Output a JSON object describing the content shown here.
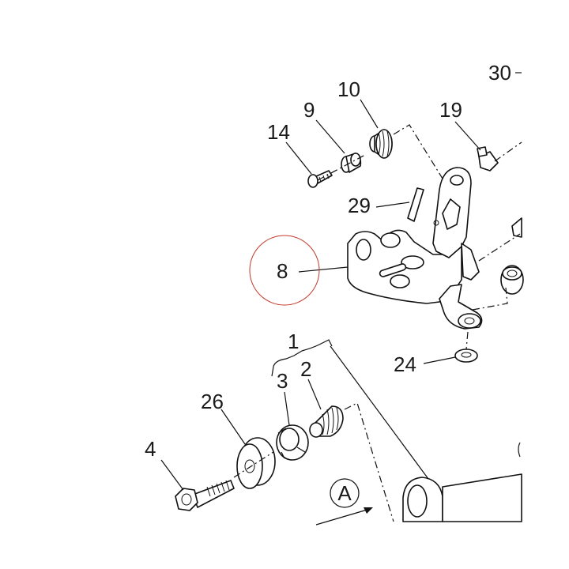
{
  "callouts": {
    "c30": "30",
    "c10": "10",
    "c9": "9",
    "c19": "19",
    "c14": "14",
    "c29": "29",
    "c8": "8",
    "c24": "24",
    "c1": "1",
    "c3": "3",
    "c2": "2",
    "c26": "26",
    "c4": "4",
    "cA": "A"
  },
  "highlight": {
    "target": "8",
    "color": "#c0392b"
  },
  "colors": {
    "line": "#111111",
    "background": "#ffffff"
  }
}
